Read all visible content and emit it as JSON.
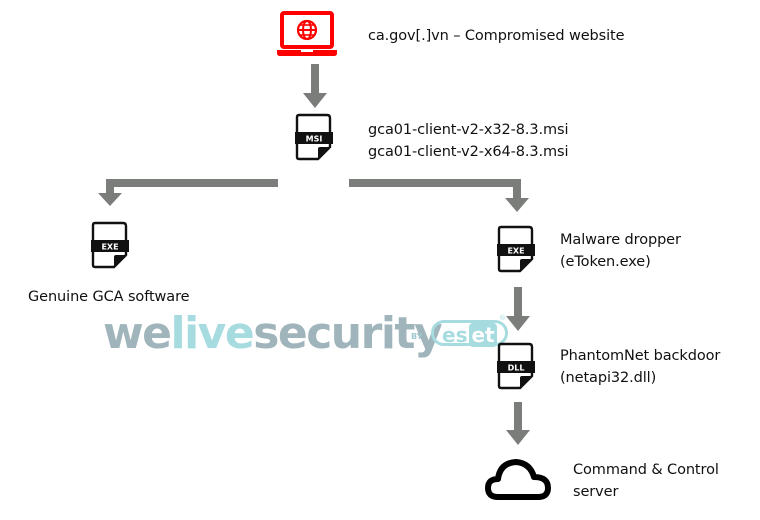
{
  "diagram": {
    "nodes": {
      "website": {
        "icon": "laptop-globe-icon",
        "label": "ca.gov[.]vn – Compromised website",
        "color": "#ff0000"
      },
      "installer": {
        "icon": "msi-file-icon",
        "badge": "MSI",
        "lines": [
          "gca01-client-v2-x32-8.3.msi",
          "gca01-client-v2-x64-8.3.msi"
        ]
      },
      "genuine": {
        "icon": "exe-file-icon",
        "badge": "EXE",
        "label": "Genuine GCA software"
      },
      "dropper": {
        "icon": "exe-file-icon",
        "badge": "EXE",
        "lines": [
          "Malware dropper",
          "(eToken.exe)"
        ]
      },
      "backdoor": {
        "icon": "dll-file-icon",
        "badge": "DLL",
        "lines": [
          "PhantomNet backdoor",
          "(netapi32.dll)"
        ]
      },
      "c2": {
        "icon": "cloud-icon",
        "lines": [
          "Command & Control",
          "server"
        ]
      }
    },
    "edges": [
      {
        "from": "website",
        "to": "installer"
      },
      {
        "from": "installer",
        "to": "genuine"
      },
      {
        "from": "installer",
        "to": "dropper"
      },
      {
        "from": "dropper",
        "to": "backdoor"
      },
      {
        "from": "backdoor",
        "to": "c2"
      }
    ],
    "arrow_color": "#7a7d7a"
  },
  "watermark": {
    "part1": "we",
    "part2": "live",
    "part3": "security",
    "by": "BY",
    "brand_a": "es",
    "brand_b": "et",
    "reg": "®"
  }
}
